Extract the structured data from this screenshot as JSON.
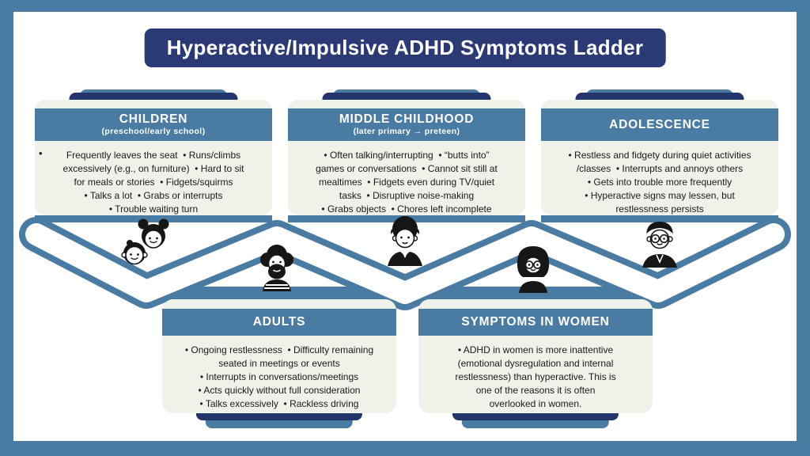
{
  "title": "Hyperactive/Impulsive ADHD Symptoms Ladder",
  "cards": {
    "children": {
      "title": "CHILDREN",
      "subtitle": "(preschool/early school)",
      "stray_bullet": "•",
      "body": "Frequently leaves the seat  • Runs/climbs\nexcessively (e.g., on furniture)  • Hard to sit\nfor meals or stories  • Fidgets/squirms\n• Talks a lot  • Grabs or interrupts\n• Trouble waiting turn",
      "avatar": "two-children"
    },
    "middle_childhood": {
      "title": "MIDDLE CHILDHOOD",
      "subtitle": "(later primary → preteen)",
      "body": "• Often talking/interrupting  • “butts into”\ngames or conversations  • Cannot sit still at\nmealtimes  • Fidgets even during TV/quiet\ntasks  • Disruptive noise-making\n• Grabs objects  • Chores left incomplete",
      "avatar": "bearded-man"
    },
    "adolescence": {
      "title": "ADOLESCENCE",
      "body": "• Restless and fidgety during quiet activities\n/classes  • Interrupts and annoys others\n• Gets into trouble more frequently\n• Hyperactive signs may lessen, but\nrestlessness persists",
      "avatar": "man-with-glasses"
    },
    "adults": {
      "title": "ADULTS",
      "body": "• Ongoing restlessness  • Difficulty remaining\nseated in meetings or events\n• Interrupts in conversations/meetings\n• Acts quickly without full consideration\n• Talks excessively  • Rackless driving",
      "avatar": "young-man"
    },
    "women": {
      "title": "SYMPTOMS IN WOMEN",
      "body": "• ADHD in women is more inattentive\n(emotional dysregulation and internal\nrestlessness) than hyperactive. This is\none of the reasons it is often\noverlooked in women.",
      "avatar": "woman-bob-glasses"
    }
  },
  "colors": {
    "frame_blue": "#4a7ba2",
    "steel_blue": "#4a7ba2",
    "navy": "#2b3a74",
    "tab_navy": "#24356b",
    "card_cream": "#eef2e8",
    "body_text": "#1a1a1a",
    "avatar_ink": "#161616"
  }
}
